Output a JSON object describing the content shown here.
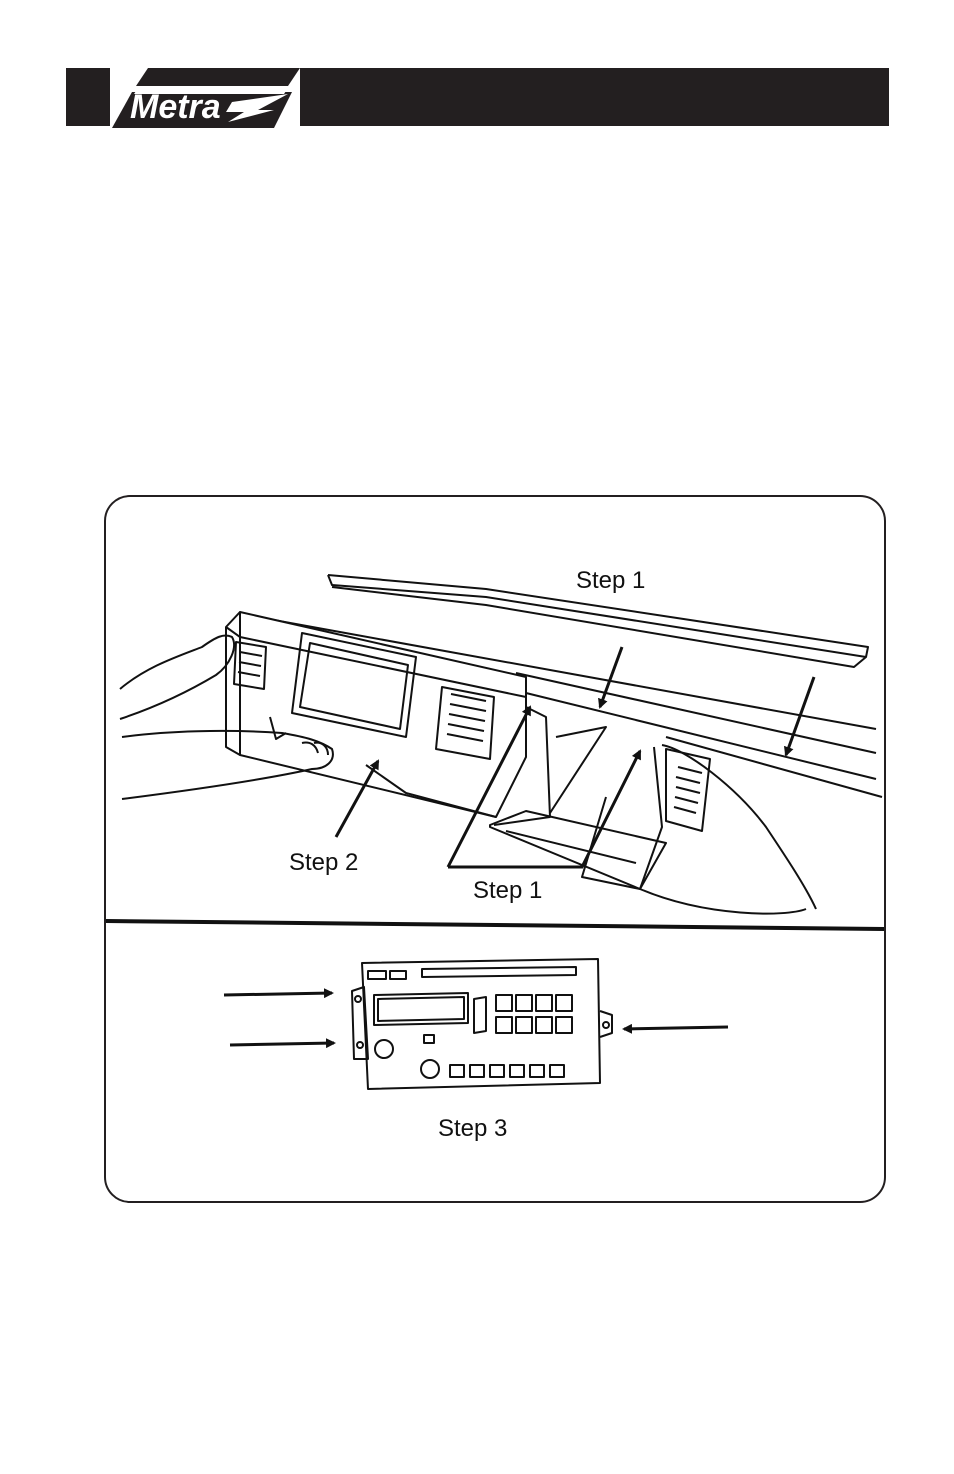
{
  "brand": {
    "logo_text": "Metra"
  },
  "figure": {
    "labels": {
      "step1_top": "Step 1",
      "step2": "Step 2",
      "step1_bottom": "Step 1",
      "step3": "Step 3"
    }
  }
}
